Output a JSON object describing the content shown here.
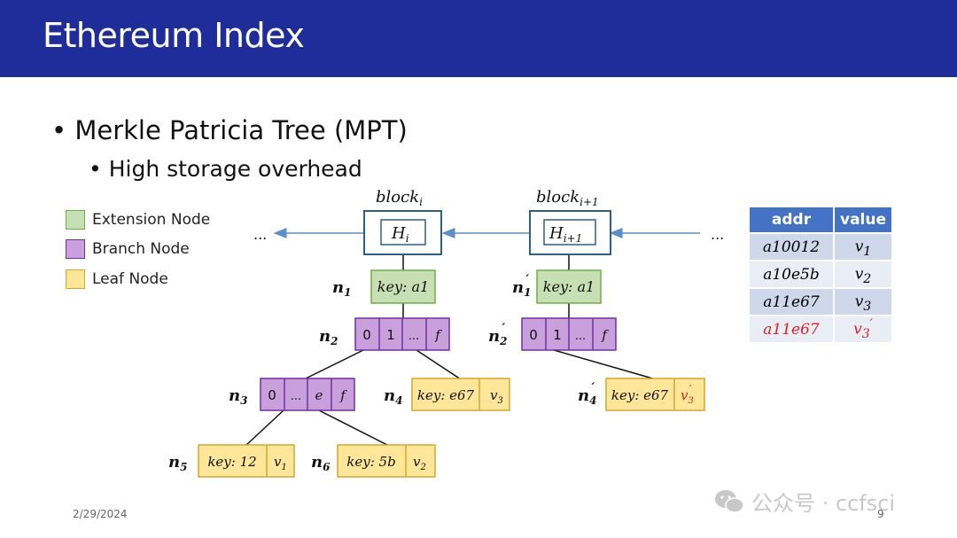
{
  "title": "Ethereum Index",
  "bullets": {
    "level1": "Merkle Patricia Tree (MPT)",
    "level2": "High storage overhead"
  },
  "legend": [
    {
      "label": "Extension Node",
      "fill": "#c6e0b4",
      "stroke": "#70ad47"
    },
    {
      "label": "Branch Node",
      "fill": "#c9a0dc",
      "stroke": "#7030a0"
    },
    {
      "label": "Leaf Node",
      "fill": "#ffe699",
      "stroke": "#d4a72c"
    }
  ],
  "blocks": {
    "left": {
      "label_base": "block",
      "label_sub": "i",
      "hash_base": "H",
      "hash_sub": "i"
    },
    "right": {
      "label_base": "block",
      "label_sub": "i+1",
      "hash_base": "H",
      "hash_sub": "i+1"
    },
    "ellipsis_left": "...",
    "ellipsis_right": "..."
  },
  "nodes": {
    "n1": {
      "label": "n",
      "sub": "1",
      "key": "key: a1"
    },
    "n2": {
      "label": "n",
      "sub": "2",
      "cells": [
        "0",
        "1",
        "...",
        "f"
      ]
    },
    "n3": {
      "label": "n",
      "sub": "3",
      "cells": [
        "0",
        "...",
        "e",
        "f"
      ]
    },
    "n4": {
      "label": "n",
      "sub": "4",
      "key": "key: e67",
      "val_base": "v",
      "val_sub": "3"
    },
    "n5": {
      "label": "n",
      "sub": "5",
      "key": "key: 12",
      "val_base": "v",
      "val_sub": "1"
    },
    "n6": {
      "label": "n",
      "sub": "6",
      "key": "key: 5b",
      "val_base": "v",
      "val_sub": "2"
    },
    "n1p": {
      "label": "n",
      "sub": "1",
      "prime": "′",
      "key": "key: a1"
    },
    "n2p": {
      "label": "n",
      "sub": "2",
      "prime": "′",
      "cells": [
        "0",
        "1",
        "...",
        "f"
      ]
    },
    "n4p": {
      "label": "n",
      "sub": "4",
      "prime": "′",
      "key": "key: e67",
      "val_base": "v",
      "val_sub": "3",
      "val_prime": "′"
    }
  },
  "table": {
    "headers": [
      "addr",
      "value"
    ],
    "rows": [
      {
        "addr": "a10012",
        "value_base": "v",
        "value_sub": "1",
        "value_prime": "",
        "highlight": false
      },
      {
        "addr": "a10e5b",
        "value_base": "v",
        "value_sub": "2",
        "value_prime": "",
        "highlight": false
      },
      {
        "addr": "a11e67",
        "value_base": "v",
        "value_sub": "3",
        "value_prime": "",
        "highlight": false
      },
      {
        "addr": "a11e67",
        "value_base": "v",
        "value_sub": "3",
        "value_prime": "′",
        "highlight": true
      }
    ]
  },
  "footer": {
    "date": "2/29/2024",
    "page": "9"
  },
  "watermark": {
    "text": "公众号 · ccfsci"
  },
  "colors": {
    "title_bar": "#1f2d9b",
    "block_border": "#2e5f8a",
    "arrow": "#5b8fc9",
    "table_header": "#4472c4",
    "highlight_text": "#e02020"
  }
}
